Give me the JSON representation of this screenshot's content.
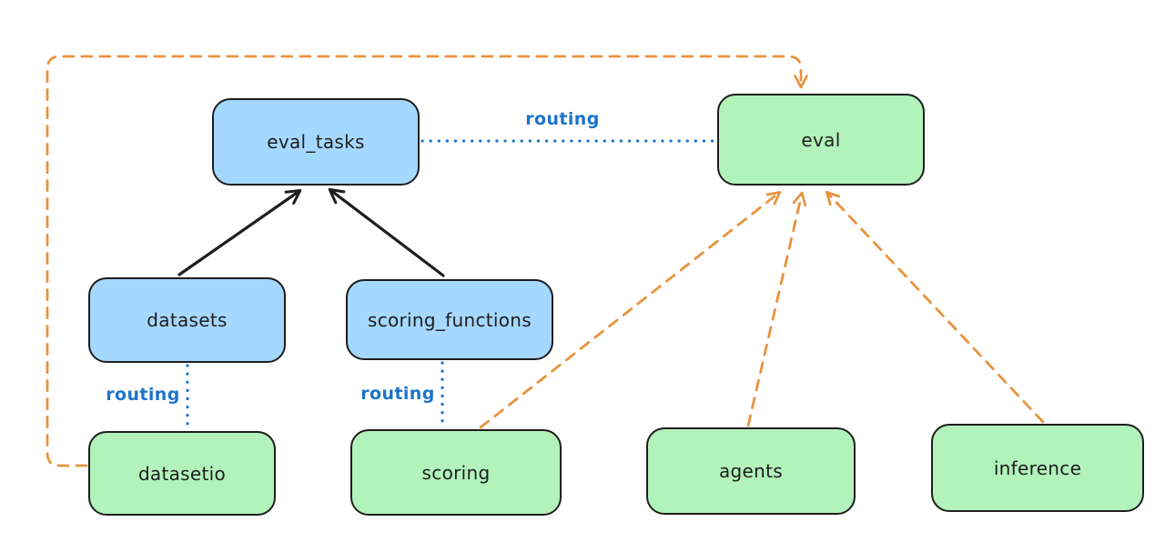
{
  "diagram": {
    "nodes": {
      "eval_tasks": {
        "label": "eval_tasks",
        "color": "blue"
      },
      "eval": {
        "label": "eval",
        "color": "green"
      },
      "datasets": {
        "label": "datasets",
        "color": "blue"
      },
      "scoring_functions": {
        "label": "scoring_functions",
        "color": "blue"
      },
      "datasetio": {
        "label": "datasetio",
        "color": "green"
      },
      "scoring": {
        "label": "scoring",
        "color": "green"
      },
      "agents": {
        "label": "agents",
        "color": "green"
      },
      "inference": {
        "label": "inference",
        "color": "green"
      }
    },
    "edges": [
      {
        "from": "datasets",
        "to": "eval_tasks",
        "style": "solid",
        "color": "black",
        "label": ""
      },
      {
        "from": "scoring_functions",
        "to": "eval_tasks",
        "style": "solid",
        "color": "black",
        "label": ""
      },
      {
        "from": "eval_tasks",
        "to": "eval",
        "style": "dotted",
        "color": "blue",
        "label": "routing"
      },
      {
        "from": "datasets",
        "to": "datasetio",
        "style": "dotted",
        "color": "blue",
        "label": "routing"
      },
      {
        "from": "scoring_functions",
        "to": "scoring",
        "style": "dotted",
        "color": "blue",
        "label": "routing"
      },
      {
        "from": "datasetio",
        "to": "eval",
        "style": "dashed",
        "color": "orange",
        "label": ""
      },
      {
        "from": "scoring",
        "to": "eval",
        "style": "dashed",
        "color": "orange",
        "label": ""
      },
      {
        "from": "agents",
        "to": "eval",
        "style": "dashed",
        "color": "orange",
        "label": ""
      },
      {
        "from": "inference",
        "to": "eval",
        "style": "dashed",
        "color": "orange",
        "label": ""
      }
    ],
    "colors": {
      "node_blue_fill": "#a5d8ff",
      "node_green_fill": "#b2f2bb",
      "node_stroke": "#1e1e1e",
      "routing_blue": "#1d74c9",
      "orange_dashed": "#e8933d",
      "background": "#ffffff"
    }
  }
}
